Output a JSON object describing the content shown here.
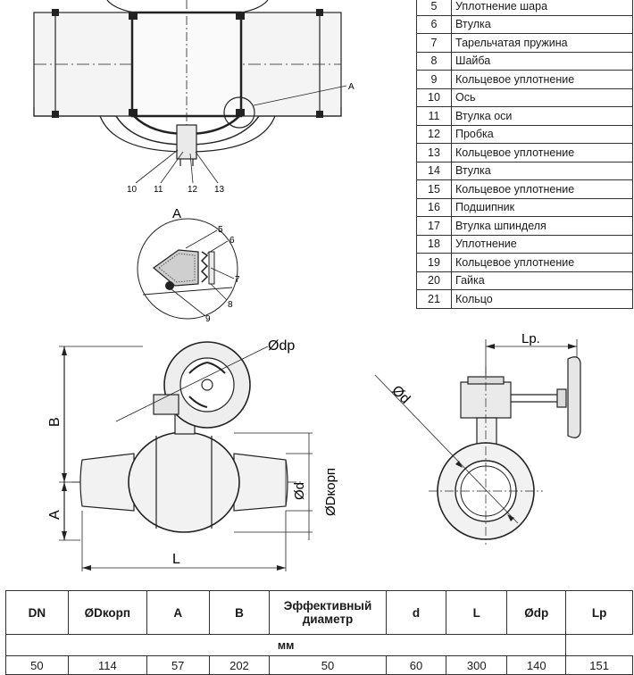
{
  "parts": [
    {
      "num": "5",
      "name": "Уплотнение шара"
    },
    {
      "num": "6",
      "name": "Втулка"
    },
    {
      "num": "7",
      "name": "Тарельчатая пружина"
    },
    {
      "num": "8",
      "name": "Шайба"
    },
    {
      "num": "9",
      "name": "Кольцевое уплотнение"
    },
    {
      "num": "10",
      "name": "Ось"
    },
    {
      "num": "11",
      "name": "Втулка оси"
    },
    {
      "num": "12",
      "name": "Пробка"
    },
    {
      "num": "13",
      "name": "Кольцевое уплотнение"
    },
    {
      "num": "14",
      "name": "Втулка"
    },
    {
      "num": "15",
      "name": "Кольцевое уплотнение"
    },
    {
      "num": "16",
      "name": "Подшипник"
    },
    {
      "num": "17",
      "name": "Втулка шпинделя"
    },
    {
      "num": "18",
      "name": "Уплотнение"
    },
    {
      "num": "19",
      "name": "Кольцевое уплотнение"
    },
    {
      "num": "20",
      "name": "Гайка"
    },
    {
      "num": "21",
      "name": "Кольцо"
    }
  ],
  "drawing_labels": {
    "section_marker": "A",
    "callout_10": "10",
    "callout_11": "11",
    "callout_12": "12",
    "callout_13": "13",
    "detail_title": "A",
    "detail_5": "5",
    "detail_6": "6",
    "detail_7": "7",
    "detail_8": "8",
    "detail_9": "9",
    "dim_dp": "Ødp",
    "dim_B": "B",
    "dim_A": "A",
    "dim_d": "Ød",
    "dim_Dkorp": "ØDкорп",
    "dim_L": "L",
    "dim_Lp": "Lp.",
    "dim_d_side": "Ød"
  },
  "dimensions_table": {
    "headers": [
      "DN",
      "ØDкорп",
      "A",
      "B",
      "Эффективный диаметр",
      "d",
      "L",
      "Ødp",
      "Lp"
    ],
    "units": "мм",
    "rows": [
      [
        "50",
        "114",
        "57",
        "202",
        "50",
        "60",
        "300",
        "140",
        "151"
      ]
    ]
  }
}
